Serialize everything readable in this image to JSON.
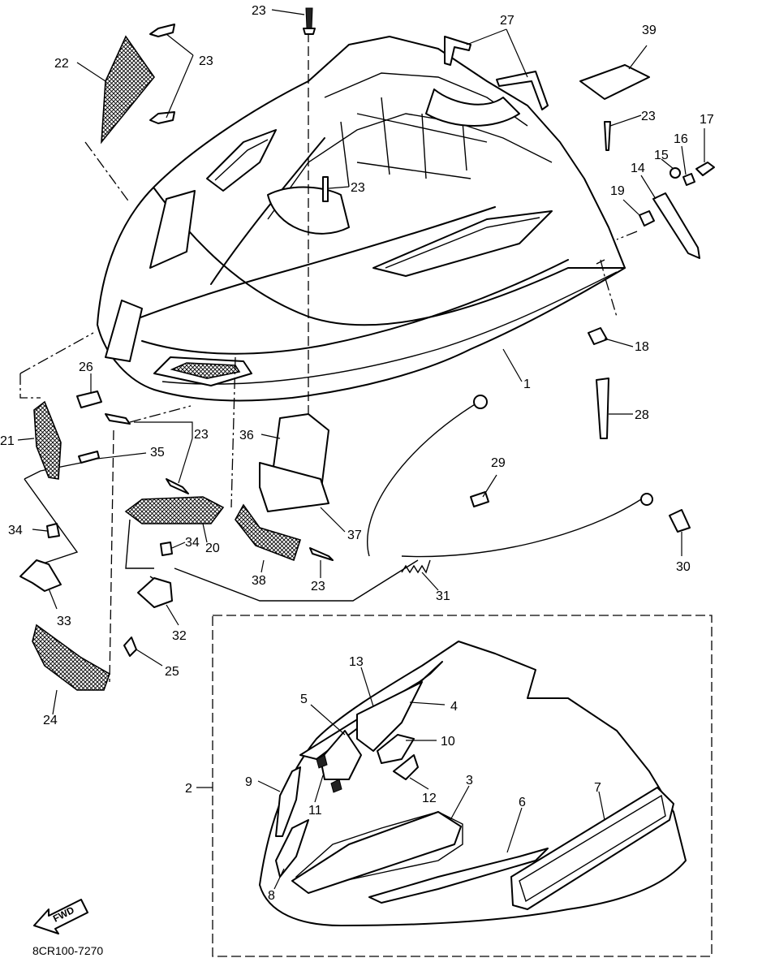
{
  "callouts": {
    "c1": "1",
    "c2": "2",
    "c3": "3",
    "c4": "4",
    "c5": "5",
    "c6": "6",
    "c7": "7",
    "c8": "8",
    "c9": "9",
    "c10": "10",
    "c11": "11",
    "c12": "12",
    "c13": "13",
    "c14": "14",
    "c15": "15",
    "c16": "16",
    "c17": "17",
    "c18": "18",
    "c19": "19",
    "c20": "20",
    "c21": "21",
    "c22": "22",
    "c23": "23",
    "c24": "24",
    "c25": "25",
    "c26": "26",
    "c27": "27",
    "c28": "28",
    "c29": "29",
    "c30": "30",
    "c31": "31",
    "c32": "32",
    "c33": "33",
    "c34": "34",
    "c35": "35",
    "c36": "36",
    "c37": "37",
    "c38": "38",
    "c39": "39"
  },
  "fwd_label": "FWD",
  "diagram_code": "8CR100-7270"
}
